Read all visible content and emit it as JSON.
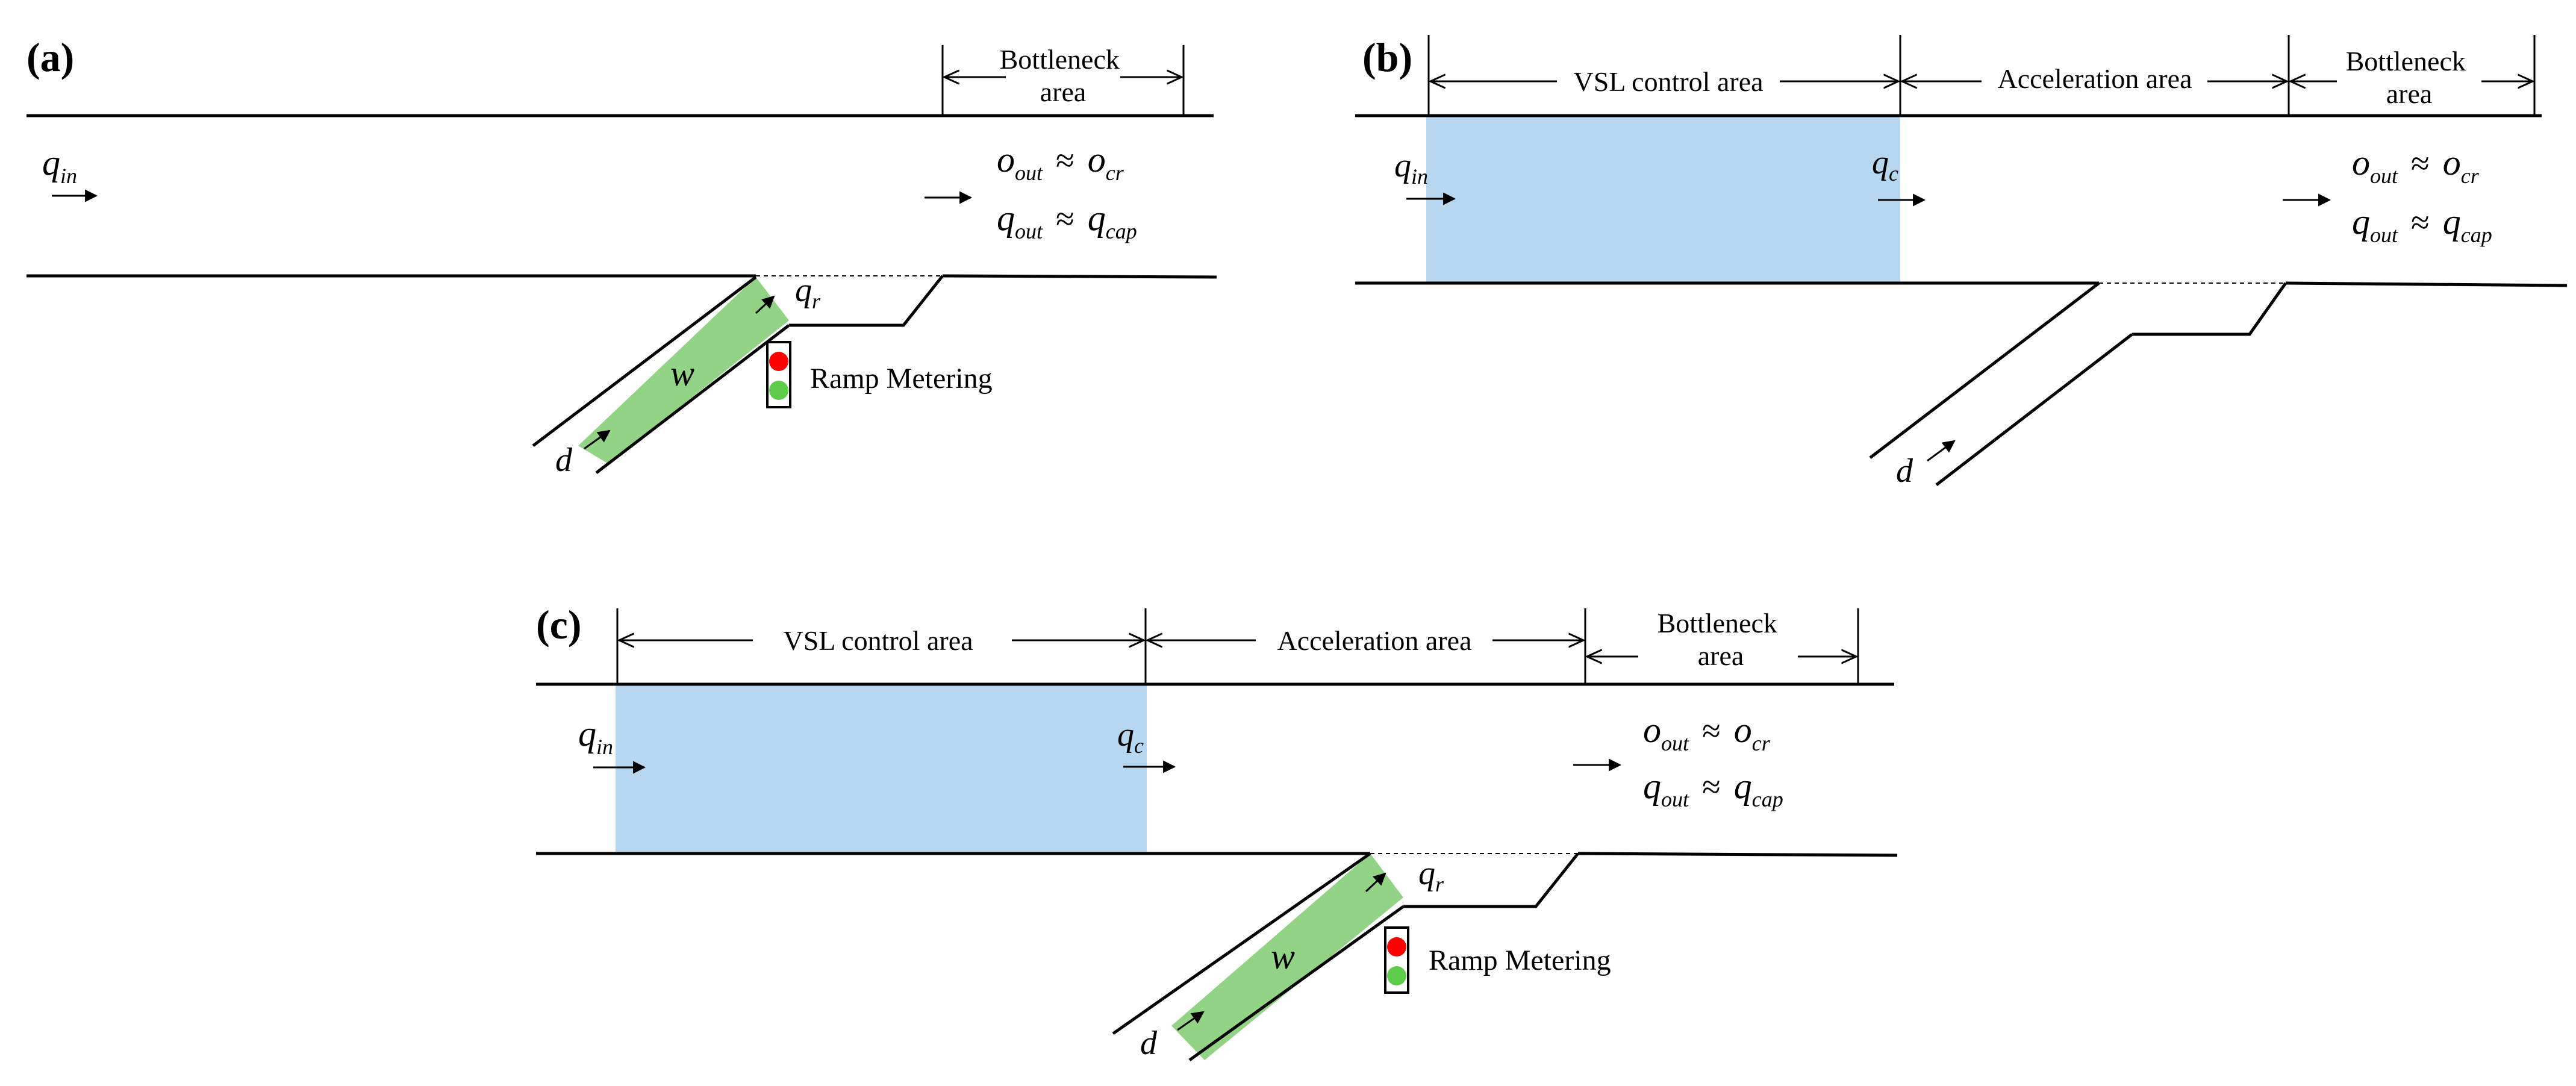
{
  "panels": {
    "a": {
      "label": "(a)",
      "bottleneck": [
        "Bottleneck",
        "area"
      ],
      "q_in": {
        "base": "q",
        "sub": "in"
      },
      "q_r": {
        "base": "q",
        "sub": "r"
      },
      "w": "w",
      "d": "d",
      "o_out": {
        "base": "o",
        "sub": "out"
      },
      "o_cr": {
        "base": "o",
        "sub": "cr"
      },
      "q_out": {
        "base": "q",
        "sub": "out"
      },
      "q_cap": {
        "base": "q",
        "sub": "cap"
      },
      "approx": "≈",
      "ramp_metering": "Ramp Metering"
    },
    "b": {
      "label": "(b)",
      "vsl": "VSL control area",
      "acceleration": "Acceleration area",
      "bottleneck": [
        "Bottleneck",
        "area"
      ],
      "q_in": {
        "base": "q",
        "sub": "in"
      },
      "q_c": {
        "base": "q",
        "sub": "c"
      },
      "d": "d",
      "o_out": {
        "base": "o",
        "sub": "out"
      },
      "o_cr": {
        "base": "o",
        "sub": "cr"
      },
      "q_out": {
        "base": "q",
        "sub": "out"
      },
      "q_cap": {
        "base": "q",
        "sub": "cap"
      },
      "approx": "≈"
    },
    "c": {
      "label": "(c)",
      "vsl": "VSL control area",
      "acceleration": "Acceleration area",
      "bottleneck": [
        "Bottleneck",
        "area"
      ],
      "q_in": {
        "base": "q",
        "sub": "in"
      },
      "q_c": {
        "base": "q",
        "sub": "c"
      },
      "q_r": {
        "base": "q",
        "sub": "r"
      },
      "w": "w",
      "d": "d",
      "o_out": {
        "base": "o",
        "sub": "out"
      },
      "o_cr": {
        "base": "o",
        "sub": "cr"
      },
      "q_out": {
        "base": "q",
        "sub": "out"
      },
      "q_cap": {
        "base": "q",
        "sub": "cap"
      },
      "approx": "≈",
      "ramp_metering": "Ramp Metering"
    }
  },
  "colors": {
    "vsl_fill": "#b6d7ef",
    "ramp_fill": "#92d386",
    "signal_red": "#ff0000",
    "signal_green": "#5ecb4a",
    "line": "#000000"
  }
}
